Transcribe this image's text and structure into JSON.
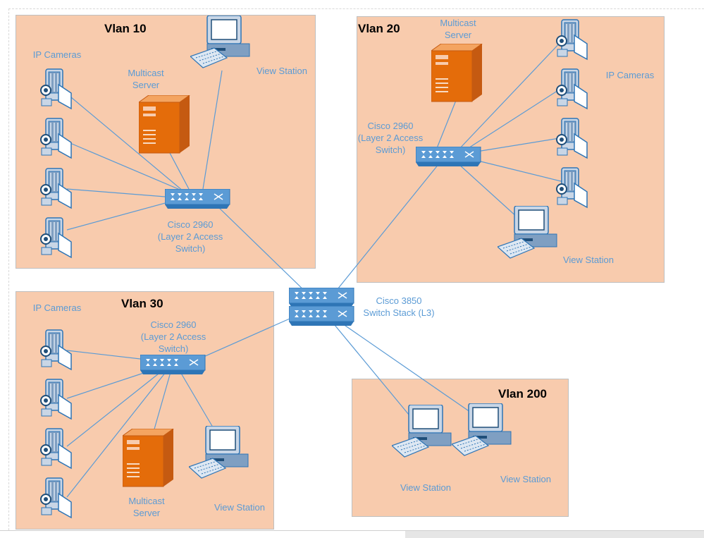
{
  "vlans": {
    "v10": {
      "title": "Vlan 10"
    },
    "v20": {
      "title": "Vlan 20"
    },
    "v30": {
      "title": "Vlan 30"
    },
    "v200": {
      "title": "Vlan 200"
    }
  },
  "labels": {
    "ip_cameras": "IP Cameras",
    "multicast_server": "Multicast\nServer",
    "view_station": "View Station",
    "cisco_2960": "Cisco 2960\n(Layer 2 Access\nSwitch)",
    "cisco_3850": "Cisco 3850\nSwitch Stack (L3)"
  },
  "colors": {
    "zone_fill": "#f8cbad",
    "link": "#5b9bd5",
    "label": "#5b9bd5",
    "switch": "#5b9bd5",
    "server": "#e46c0a",
    "device_blue": "#2e75b6"
  },
  "icons": {
    "camera": "ip-camera-icon",
    "workstation": "workstation-icon",
    "server": "server-tower-icon",
    "switch": "network-switch-icon"
  }
}
